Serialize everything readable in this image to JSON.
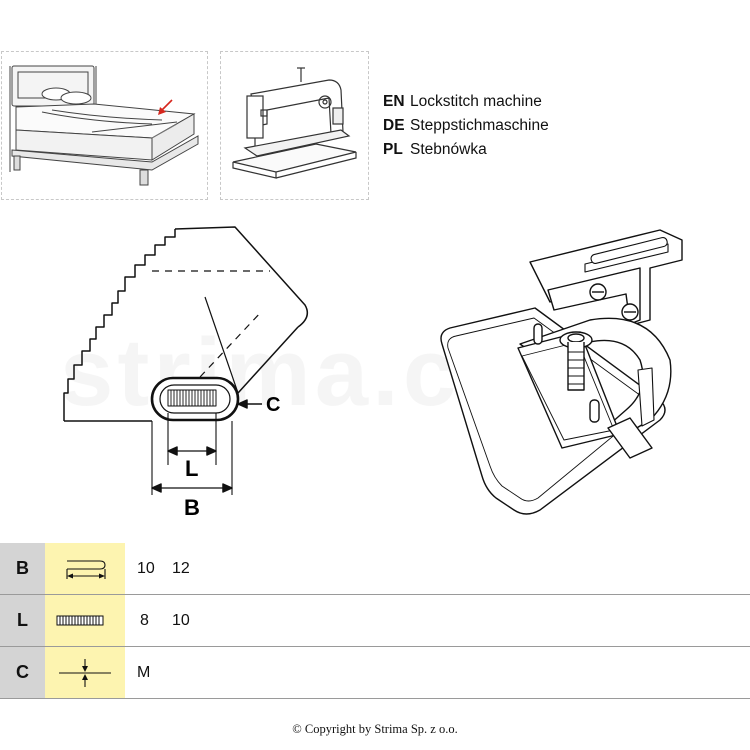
{
  "machine_types": [
    {
      "code": "EN",
      "name": "Lockstitch machine"
    },
    {
      "code": "DE",
      "name": "Steppstichmaschine"
    },
    {
      "code": "PL",
      "name": "Stebnówka"
    }
  ],
  "diagram": {
    "label_c": "C",
    "label_l": "L",
    "label_b": "B"
  },
  "watermark": "strima.com",
  "spec_table": {
    "rows": [
      {
        "key": "B",
        "icon": "binding-width-icon",
        "values": [
          "10",
          "12"
        ]
      },
      {
        "key": "L",
        "icon": "binding-length-icon",
        "values": [
          "8",
          "10"
        ]
      },
      {
        "key": "C",
        "icon": "material-thickness-icon",
        "values": [
          "M"
        ]
      }
    ]
  },
  "copyright": "© Copyright by Strima Sp. z o.o."
}
